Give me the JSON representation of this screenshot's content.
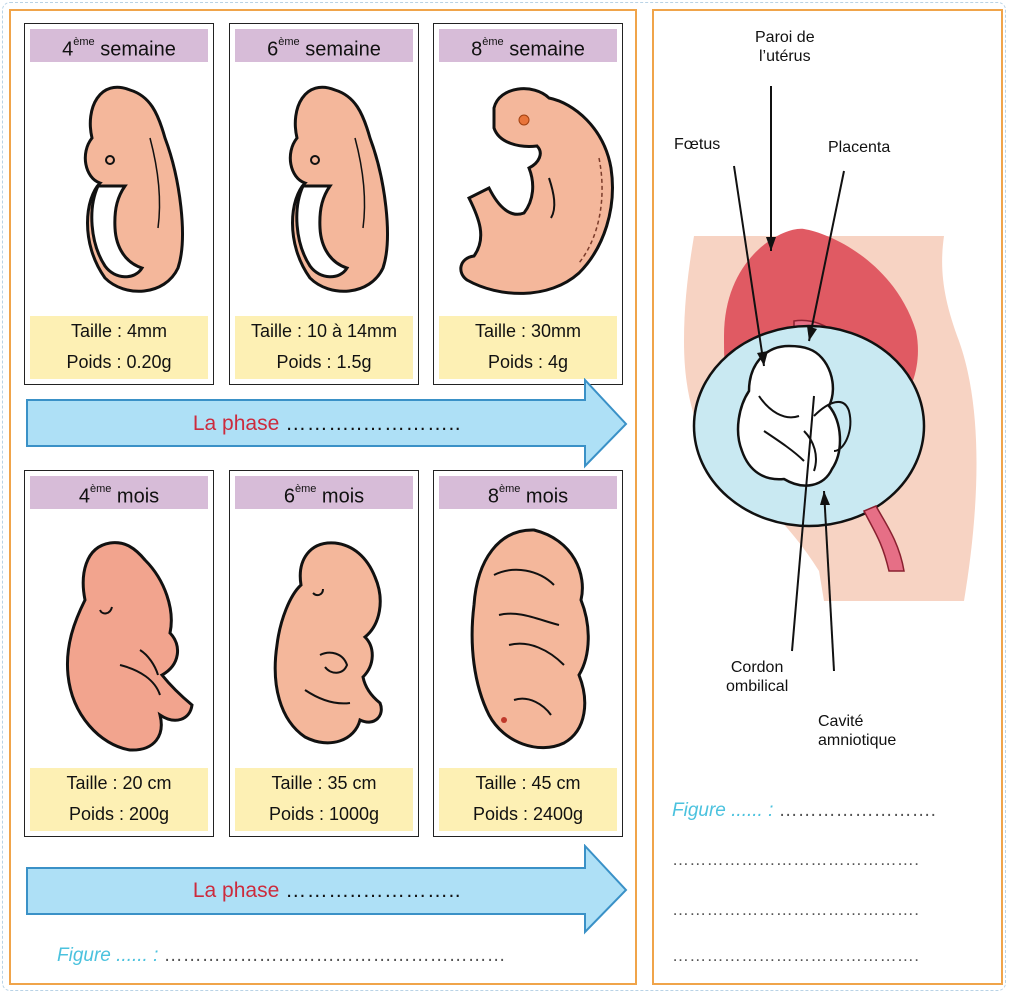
{
  "stages_weeks": [
    {
      "num": "4",
      "sup": "ème",
      "unit": "semaine",
      "taille": "Taille : 4mm",
      "poids": "Poids : 0.20g"
    },
    {
      "num": "6",
      "sup": "ème",
      "unit": "semaine",
      "taille": "Taille : 10 à 14mm",
      "poids": "Poids : 1.5g"
    },
    {
      "num": "8",
      "sup": "ème",
      "unit": "semaine",
      "taille": "Taille : 30mm",
      "poids": "Poids : 4g"
    }
  ],
  "stages_months": [
    {
      "num": "4",
      "sup": "ème",
      "unit": "mois",
      "taille": "Taille : 20 cm",
      "poids": "Poids : 200g"
    },
    {
      "num": "6",
      "sup": "ème",
      "unit": "mois",
      "taille": "Taille : 35 cm",
      "poids": "Poids : 1000g"
    },
    {
      "num": "8",
      "sup": "ème",
      "unit": "mois",
      "taille": "Taille : 45 cm",
      "poids": "Poids : 2400g"
    }
  ],
  "arrow_top": {
    "word": "La phase",
    "dots": "………..………….."
  },
  "arrow_bottom": {
    "word": "La phase",
    "dots": "………..………….."
  },
  "left_figure": {
    "label": "Figure  ...... :",
    "dots": "………………………………………………"
  },
  "diagram_labels": {
    "paroi": "Paroi de\nl’utérus",
    "foetus": "Fœtus",
    "placenta": "Placenta",
    "cordon": "Cordon\nombilical",
    "cavite": "Cavité\namniotique"
  },
  "right_figure": {
    "label": "Figure  ...... :",
    "dots1": "…………………….",
    "dots2": "…………………………………….",
    "dots3": "…………………………………….",
    "dots4": "……………………………………."
  },
  "colors": {
    "panel_border": "#f0a44a",
    "header_bg": "#d7bcd8",
    "info_bg": "#fdf0b4",
    "arrow_fill": "#aee0f6",
    "arrow_stroke": "#3a91c7",
    "phase_word": "#cc2b3d",
    "figure_label": "#4bc2de",
    "skin": "#f4b79b",
    "uterus_wall": "#e05a63",
    "amniotic": "#c9e9f2"
  }
}
